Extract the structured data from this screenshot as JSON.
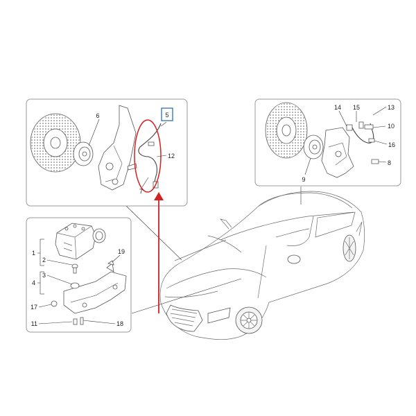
{
  "colors": {
    "highlight": "#d42020",
    "callout_box": "#2d6fb3",
    "line": "#555555"
  },
  "front_left_panel": {
    "labels": {
      "6": "6",
      "5": "5",
      "12": "12",
      "7": "7"
    },
    "highlighted_part": "5"
  },
  "front_right_panel": {
    "labels": {
      "14": "14",
      "15": "15",
      "13": "13",
      "10": "10",
      "16": "16",
      "8": "8",
      "9": "9"
    }
  },
  "abs_panel": {
    "labels": {
      "1": "1",
      "2": "2",
      "3": "3",
      "4": "4",
      "17": "17",
      "19": "19",
      "11": "11",
      "18": "18"
    }
  }
}
